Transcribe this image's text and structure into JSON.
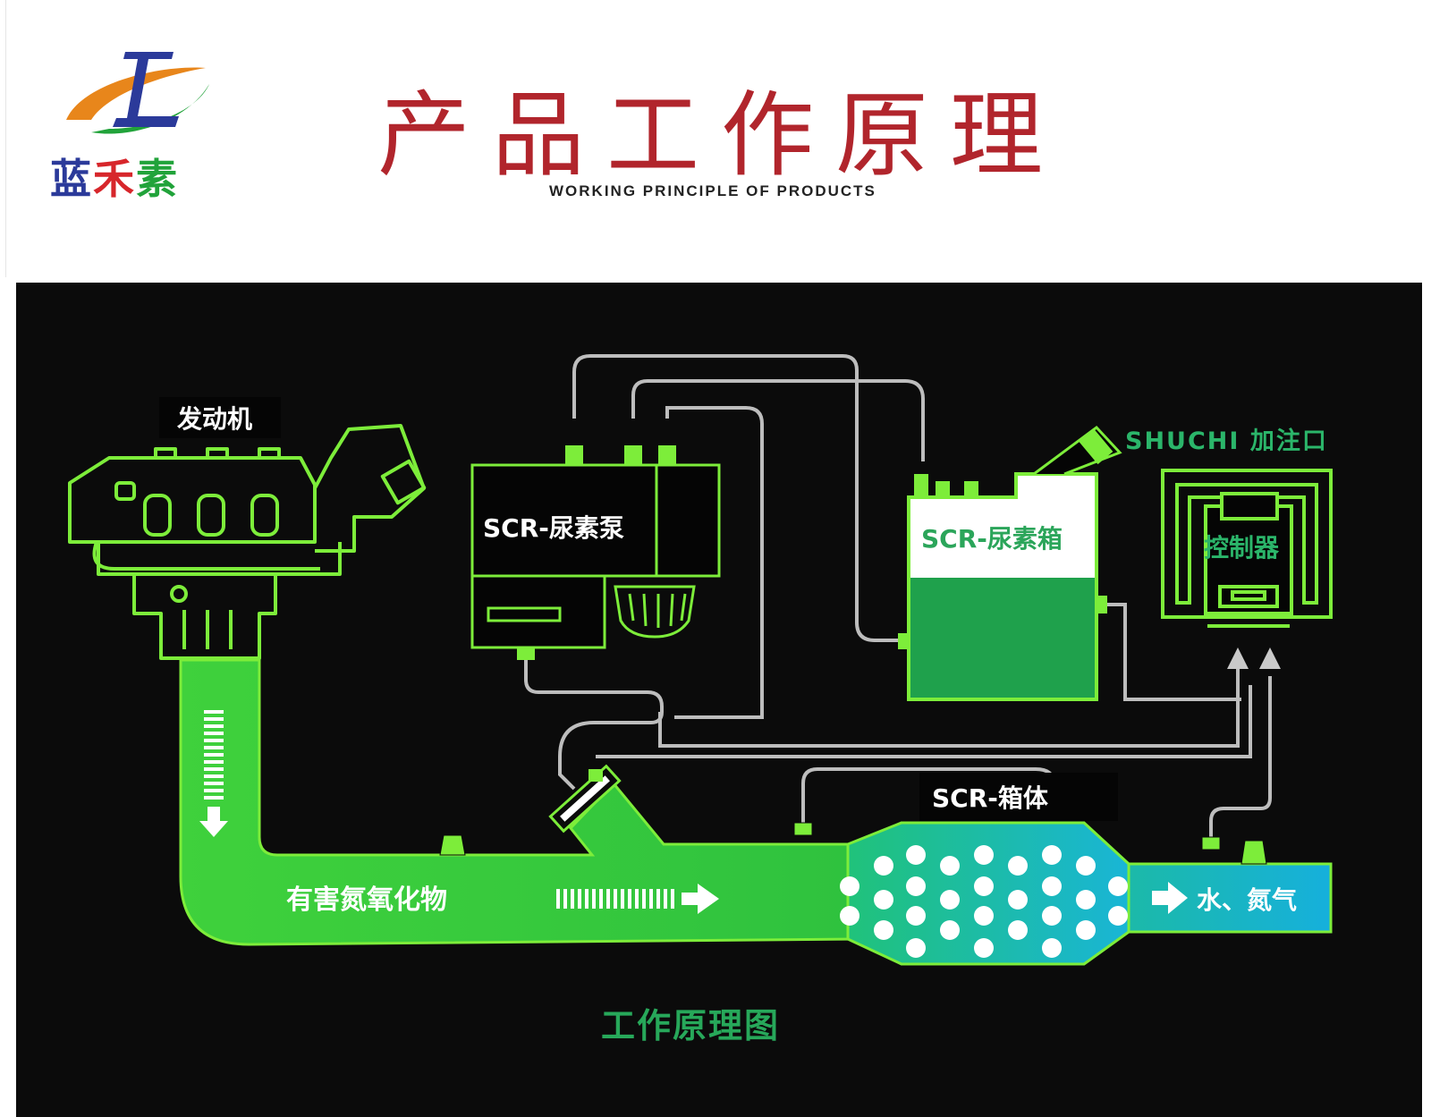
{
  "header": {
    "brand_name_1": "蓝",
    "brand_name_2": "禾",
    "brand_name_3": "素",
    "title": "产品工作原理",
    "subtitle": "WORKING PRINCIPLE OF PRODUCTS"
  },
  "diagram": {
    "engine_label": "发动机",
    "pump_label": "SCR-尿素泵",
    "tank_label": "SCR-尿素箱",
    "filler_label": "SHUCHI 加注口",
    "controller_label": "控制器",
    "catalyst_label": "SCR-箱体",
    "exhaust_label": "有害氮氧化物",
    "output_label": "水、氮气",
    "caption": "工作原理图"
  },
  "colors": {
    "neon_green": "#7ded3a",
    "pipe_green": "#35c63a",
    "tank_green": "#1fa14c",
    "pipe_gray": "#bdbdbd",
    "catalyst_blue": "#18b3d9",
    "caption_green": "#27a85a",
    "title_red": "#b1252c"
  }
}
